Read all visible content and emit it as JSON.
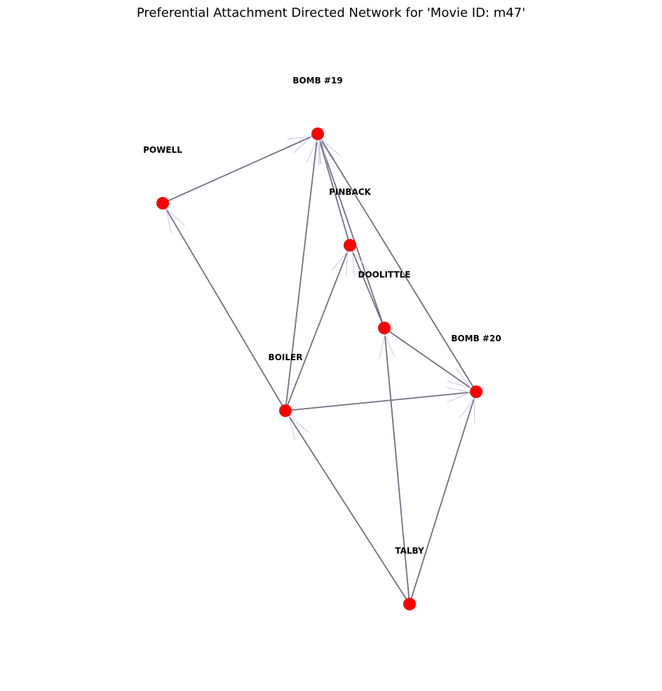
{
  "figure": {
    "title": "Preferential Attachment Directed Network for 'Movie ID: m47'"
  },
  "colors": {
    "background": "#ffffff",
    "node": "#ff0000",
    "edge": "#707084",
    "arrow": "#c8c8e6",
    "text": "#000000"
  },
  "graph": {
    "nodes": [
      {
        "id": "bomb19",
        "label": "BOMB #19"
      },
      {
        "id": "powell",
        "label": "POWELL"
      },
      {
        "id": "pinback",
        "label": "PINBACK"
      },
      {
        "id": "doolittle",
        "label": "DOOLITTLE"
      },
      {
        "id": "bomb20",
        "label": "BOMB #20"
      },
      {
        "id": "boiler",
        "label": "BOILER"
      },
      {
        "id": "talby",
        "label": "TALBY"
      }
    ],
    "edges": [
      {
        "source": "powell",
        "target": "bomb19"
      },
      {
        "source": "boiler",
        "target": "powell"
      },
      {
        "source": "boiler",
        "target": "bomb19"
      },
      {
        "source": "pinback",
        "target": "bomb19"
      },
      {
        "source": "doolittle",
        "target": "bomb19"
      },
      {
        "source": "bomb20",
        "target": "bomb19"
      },
      {
        "source": "boiler",
        "target": "pinback"
      },
      {
        "source": "doolittle",
        "target": "pinback"
      },
      {
        "source": "doolittle",
        "target": "bomb20"
      },
      {
        "source": "boiler",
        "target": "bomb20"
      },
      {
        "source": "talby",
        "target": "boiler"
      },
      {
        "source": "talby",
        "target": "doolittle"
      },
      {
        "source": "talby",
        "target": "bomb20"
      }
    ]
  }
}
